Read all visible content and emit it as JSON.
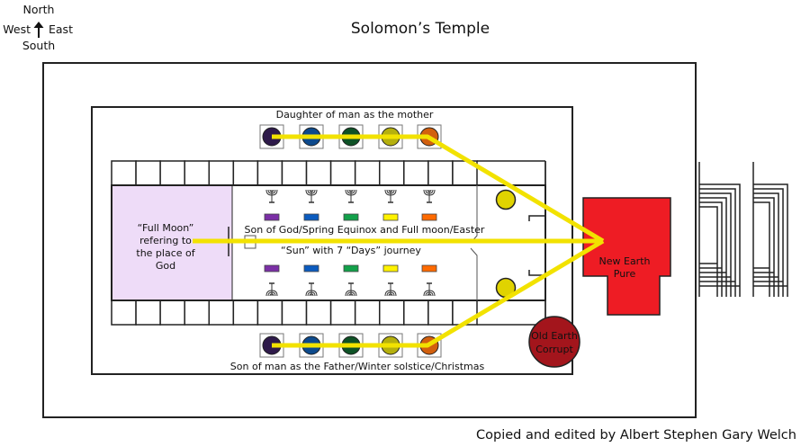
{
  "title": "Solomon’s Temple",
  "compass": {
    "north": "North",
    "south": "South",
    "east": "East",
    "west": "West",
    "arrow_icon": "up-arrow-icon"
  },
  "labels": {
    "daughter": "Daughter of man as the mother",
    "son_of_man": "Son of man as the Father/Winter solstice/Christmas",
    "son_of_god": "Son of God/Spring Equinox and Full moon/Easter",
    "sun_journey": "“Sun” with 7 “Days” journey",
    "full_moon": [
      "“Full Moon”",
      "refering to",
      "the place of",
      "God"
    ],
    "new_earth": [
      "New Earth",
      "Pure"
    ],
    "old_earth": [
      "Old Earth",
      "Corrupt"
    ]
  },
  "credit": "Copied and edited by Albert Stephen Gary Welch",
  "colors": {
    "path": "#f2e200",
    "holy_of_holies": "#eedcf8",
    "new_earth": "#ee1c24",
    "old_earth": "#a3151c",
    "pillars": "#e0d300"
  },
  "circles": [
    "#2e1a4a",
    "#0d4a8c",
    "#0e5226",
    "#b5b00e",
    "#d2600e"
  ],
  "lamp_colors": [
    "#7b2fa6",
    "#0b5bbf",
    "#12a14a",
    "#fff200",
    "#ff6a00"
  ]
}
